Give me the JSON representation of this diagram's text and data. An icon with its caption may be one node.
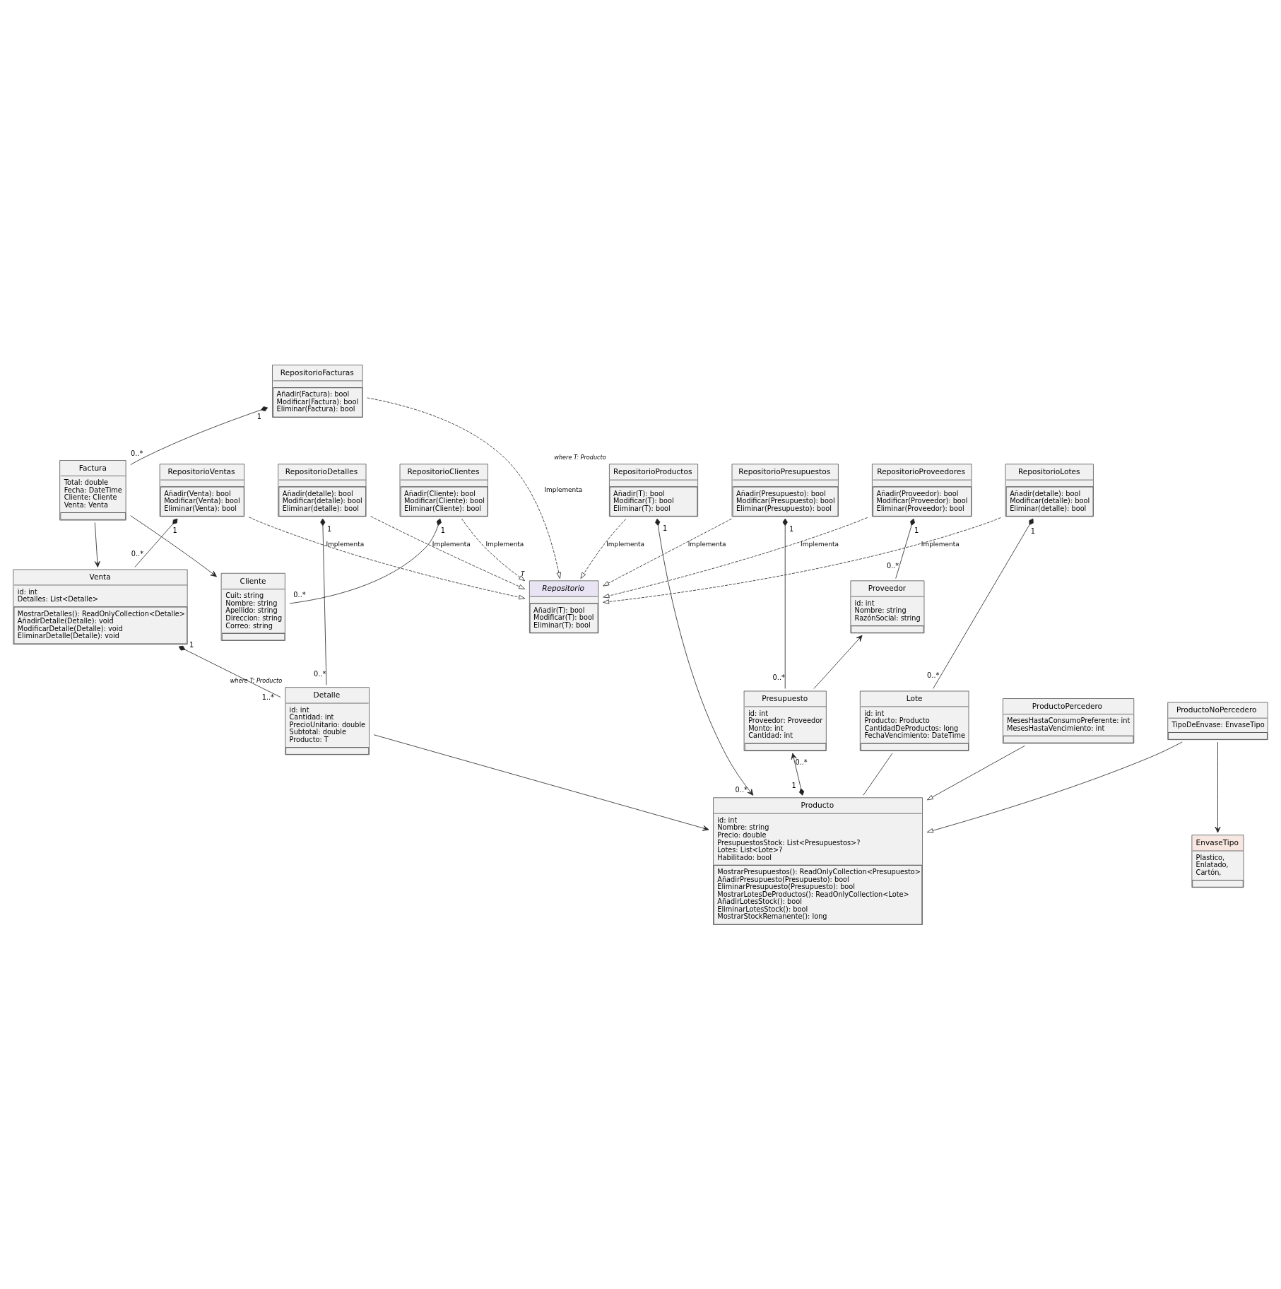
{
  "diagram": {
    "nodes": [
      {
        "text": [
          "RepositorioClientes",
          "Añadir(Cliente): bool",
          "Modificar(Cliente): bool",
          "Eliminar(Cliente): bool"
        ]
      },
      {
        "text": [
          "Cliente",
          "Cuit: string",
          "Nombre: string",
          "Apellido: string",
          "Direccion: string",
          "Correo: string"
        ]
      },
      {
        "text": [
          "RepositorioFacturas",
          "Añadir(Factura): bool",
          "Modificar(Factura): bool",
          "Eliminar(Factura): bool"
        ]
      },
      {
        "text": [
          "Factura",
          "Total: double",
          "Fecha: DateTime",
          "Cliente: Cliente",
          "Venta: Venta"
        ]
      },
      {
        "text": [
          "RepositorioVentas",
          "Añadir(Venta): bool",
          "Modificar(Venta): bool",
          "Eliminar(Venta): bool"
        ]
      },
      {
        "text": [
          "RepositorioDetalles",
          "Añadir(detalle): bool",
          "Modificar(detalle): bool",
          "Eliminar(detalle): bool"
        ]
      },
      {
        "text": [
          "RepositorioLotes",
          "Añadir(detalle): bool",
          "Modificar(detalle): bool",
          "Eliminar(detalle): bool"
        ]
      },
      {
        "text": [
          "RepositorioProveedores",
          "Añadir(Proveedor): bool",
          "Modificar(Proveedor): bool",
          "Eliminar(Proveedor): bool"
        ]
      },
      {
        "text": [
          "RepositorioPresupuestos",
          "Añadir(Presupuesto): bool",
          "Modificar(Presupuesto): bool",
          "Eliminar(Presupuesto): bool"
        ]
      },
      {
        "text": [
          "RepositorioProductos",
          "Añadir(T): bool",
          "Modificar(T): bool",
          "Eliminar(T): bool"
        ],
        "beside": [
          "where T: Producto"
        ]
      },
      {
        "text": [
          "Venta",
          "id: int",
          "Detalles: List<Detalle>",
          "MostrarDetalles(): ReadOnlyCollection<Detalle>",
          "AñadirDetalle(Detalle): void",
          "ModificarDetalle(Detalle): void",
          "EliminarDetalle(Detalle): void"
        ]
      },
      {
        "text": [
          "Repositorio",
          "Añadir(T): bool",
          "Modificar(T): bool",
          "Eliminar(T): bool"
        ],
        "beside": [
          "T"
        ]
      },
      {
        "text": [
          "Proveedor",
          "id: int",
          "Nombre: string",
          "RazónSocial: string"
        ]
      },
      {
        "text": [
          "Lote",
          "id: int",
          "Producto: Producto",
          "CantidadDeProductos: long",
          "FechaVencimiento: DateTime"
        ]
      },
      {
        "text": [
          "Detalle",
          "id: int",
          "Cantidad: int",
          "PrecioUnitario: double",
          "Subtotal: double",
          "Producto: T"
        ],
        "beside": [
          "where T: Producto"
        ]
      },
      {
        "text": [
          "Presupuesto",
          "id: int",
          "Proveedor: Proveedor",
          "Monto: int",
          "Cantidad: int"
        ]
      },
      {
        "text": [
          "Producto",
          "id: int",
          "Nombre: string",
          "Precio: double",
          "PresupuestosStock: List<Presupuestos>?",
          "Lotes: List<Lote>?",
          "Habilitado: bool",
          "MostrarPresupuestos(): ReadOnlyCollection<Presupuesto>",
          "AñadirPresupuesto(Presupuesto): bool",
          "EliminarPresupuesto(Presupuesto): bool",
          "MostrarLotesDeProductos(): ReadOnlyCollection<Lote>",
          "AñadirLotesStock(): bool",
          "EliminarLotesStock(): bool",
          "MostrarStockRemanente(): long"
        ]
      },
      {
        "text": [
          "ProductoNoPercedero",
          "TipoDeEnvase: EnvaseTipo"
        ]
      },
      {
        "text": [
          "ProductoPercedero",
          "MesesHastaConsumoPreferente: int",
          "MesesHastaVencimiento: int"
        ]
      },
      {
        "text": [
          "EnvaseTipo",
          "Plastico,",
          "Enlatado,",
          "Cartón,"
        ]
      }
    ],
    "edges": [
      {
        "from": 0,
        "to": 1,
        "arrow": "other"
      },
      {
        "from": 3,
        "to": 1,
        "arrow": "to"
      },
      {
        "from": 2,
        "to": 3,
        "arrow": "other"
      },
      {
        "from": 3,
        "to": 10,
        "arrow": "to"
      },
      {
        "from": 4,
        "to": 10,
        "arrow": "other"
      },
      {
        "from": 5,
        "to": 14,
        "arrow": "other"
      },
      {
        "from": 6,
        "to": 13,
        "arrow": "other"
      },
      {
        "from": 10,
        "to": 14,
        "arrow": "other"
      },
      {
        "from": 7,
        "to": 12,
        "arrow": "other"
      },
      {
        "from": 8,
        "to": 15,
        "arrow": "other"
      },
      {
        "from": 9,
        "to": 16,
        "arrow": "to"
      },
      {
        "from": 15,
        "to": 12,
        "arrow": "to"
      },
      {
        "from": 16,
        "to": 15,
        "arrow": "to"
      },
      {
        "from": 14,
        "to": 16,
        "arrow": "to"
      },
      {
        "from": 13,
        "to": 16,
        "arrow": "none"
      },
      {
        "from": 0,
        "to": 11,
        "arrow": "to",
        "style": "dashed",
        "label": "Implementa"
      },
      {
        "from": 2,
        "to": 11,
        "arrow": "to",
        "style": "dashed",
        "label": "Implementa"
      },
      {
        "from": 4,
        "to": 11,
        "arrow": "to",
        "style": "dashed",
        "label": "Implementa"
      },
      {
        "from": 5,
        "to": 11,
        "arrow": "to",
        "style": "dashed",
        "label": "Implementa"
      },
      {
        "from": 6,
        "to": 11,
        "arrow": "to",
        "style": "dashed",
        "label": "Implementa"
      },
      {
        "from": 7,
        "to": 11,
        "arrow": "to",
        "style": "dashed",
        "label": "Implementa"
      },
      {
        "from": 8,
        "to": 11,
        "arrow": "to",
        "style": "dashed",
        "label": "Implementa"
      },
      {
        "from": 9,
        "to": 11,
        "arrow": "to",
        "style": "dashed",
        "label": "Implementa"
      },
      {
        "from": 17,
        "to": 16,
        "arrow": "to"
      },
      {
        "from": 18,
        "to": 16,
        "arrow": "to"
      },
      {
        "from": 17,
        "to": 19,
        "arrow": "to"
      }
    ],
    "labels": [
      "1",
      "0..*",
      "1",
      "0..*",
      "1",
      "0..*",
      "1",
      "0..*",
      "1",
      "0..*",
      "1",
      "1..*",
      "1",
      "0..*",
      "1",
      "0..*",
      "1",
      "0..*",
      "1",
      "0..*"
    ]
  }
}
